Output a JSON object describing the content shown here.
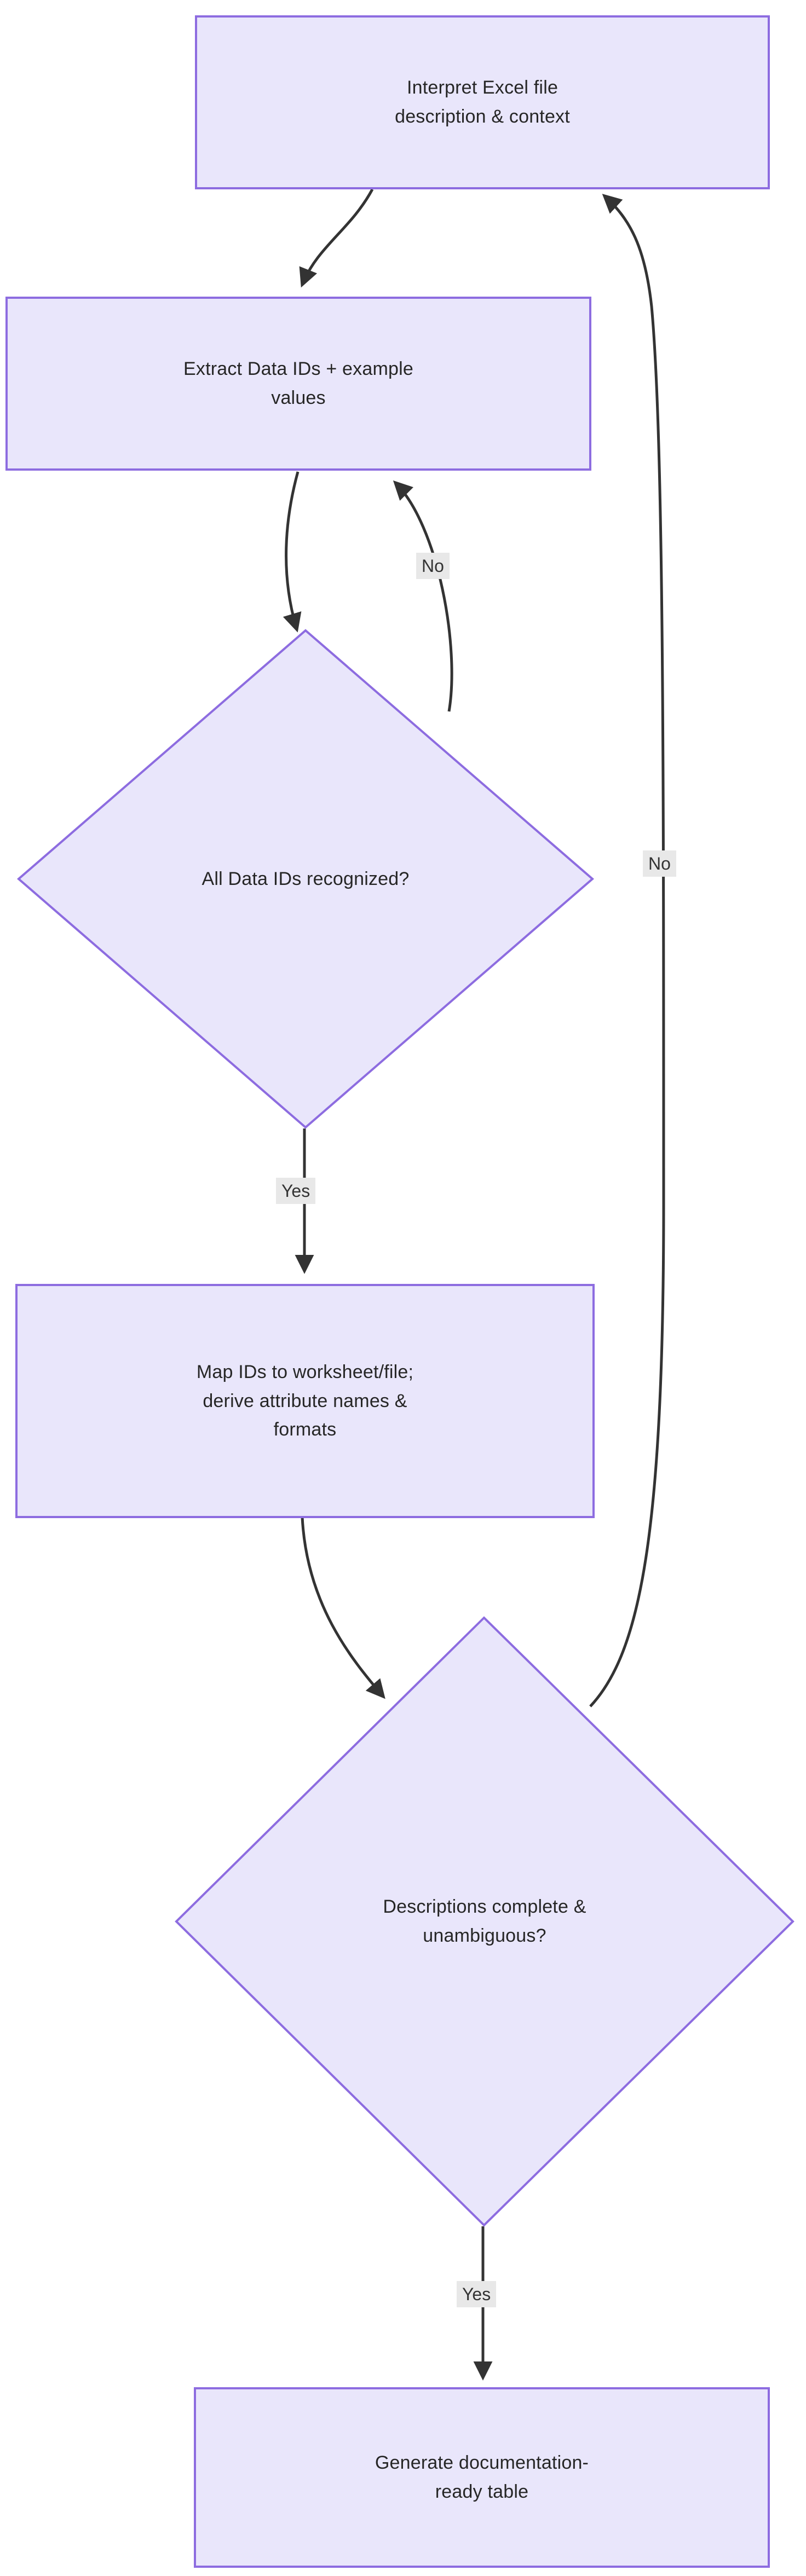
{
  "diagram": {
    "type": "flowchart",
    "title": "Excel data documentation flowchart",
    "colors": {
      "node_fill": "#e9e6fb",
      "node_border": "#8d6ce0",
      "edge_stroke": "#333333",
      "label_background": "#e8e8e8",
      "text": "#262626",
      "page_background": "#ffffff"
    },
    "nodes": [
      {
        "id": "interpret",
        "shape": "rect",
        "label": "Interpret Excel file\ndescription & context"
      },
      {
        "id": "extract",
        "shape": "rect",
        "label": "Extract Data IDs + example\nvalues"
      },
      {
        "id": "recognized",
        "shape": "diamond",
        "label": "All Data IDs recognized?"
      },
      {
        "id": "map",
        "shape": "rect",
        "label": "Map IDs to worksheet/file;\nderive attribute names &\nformats"
      },
      {
        "id": "descriptions",
        "shape": "diamond",
        "label": "Descriptions complete &\nunambiguous?"
      },
      {
        "id": "generate",
        "shape": "rect",
        "label": "Generate documentation-\nready table"
      }
    ],
    "edges": [
      {
        "id": "e1",
        "from": "interpret",
        "to": "extract",
        "label": ""
      },
      {
        "id": "e2",
        "from": "extract",
        "to": "recognized",
        "label": ""
      },
      {
        "id": "e3",
        "from": "recognized",
        "to": "extract",
        "label": "No"
      },
      {
        "id": "e4",
        "from": "recognized",
        "to": "map",
        "label": "Yes"
      },
      {
        "id": "e5",
        "from": "map",
        "to": "descriptions",
        "label": ""
      },
      {
        "id": "e6",
        "from": "descriptions",
        "to": "interpret",
        "label": "No"
      },
      {
        "id": "e7",
        "from": "descriptions",
        "to": "generate",
        "label": "Yes"
      }
    ],
    "edge_labels": {
      "no_recognized": "No",
      "yes_recognized": "Yes",
      "no_descriptions": "No",
      "yes_descriptions": "Yes"
    }
  }
}
